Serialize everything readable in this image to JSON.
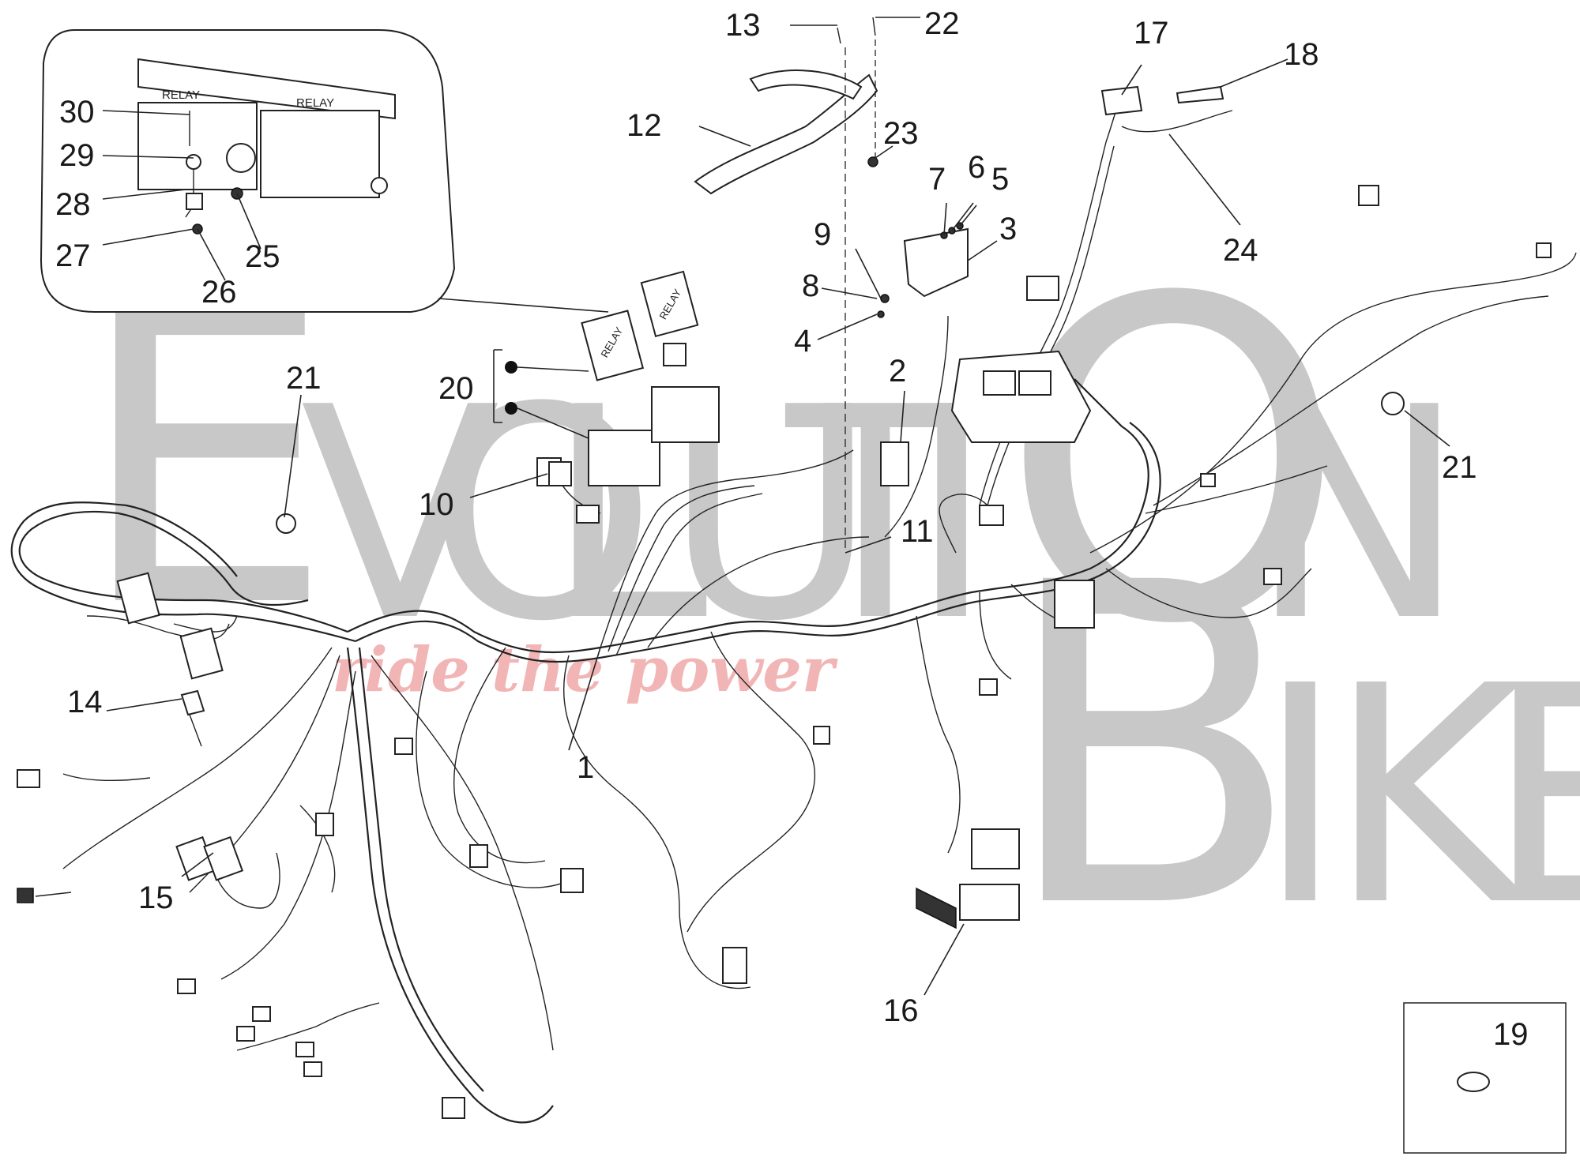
{
  "watermark": {
    "brand_line1_letters": [
      "E",
      "V",
      "O",
      "L",
      "U",
      "T",
      "I",
      "O",
      "N"
    ],
    "brand_line2_letters": [
      "B",
      "I",
      "K",
      "E"
    ],
    "tagline": "ride the power"
  },
  "callouts": {
    "n1": "1",
    "n2": "2",
    "n3": "3",
    "n4": "4",
    "n5": "5",
    "n6": "6",
    "n7": "7",
    "n8": "8",
    "n9": "9",
    "n10": "10",
    "n11": "11",
    "n12": "12",
    "n13": "13",
    "n14": "14",
    "n15": "15",
    "n16": "16",
    "n17": "17",
    "n18": "18",
    "n19": "19",
    "n20": "20",
    "n21a": "21",
    "n21b": "21",
    "n22": "22",
    "n23": "23",
    "n24": "24",
    "n25": "25",
    "n26": "26",
    "n27": "27",
    "n28": "28",
    "n29": "29",
    "n30": "30"
  },
  "inset_detail": {
    "relay_label_left": "RELAY",
    "relay_label_right": "RELAY"
  },
  "relay_block_labels": [
    "RELAY",
    "RELAY"
  ],
  "colors": {
    "line": "#222222",
    "watermark": "#c8c8c8",
    "tagline": "#f2b5b5"
  }
}
